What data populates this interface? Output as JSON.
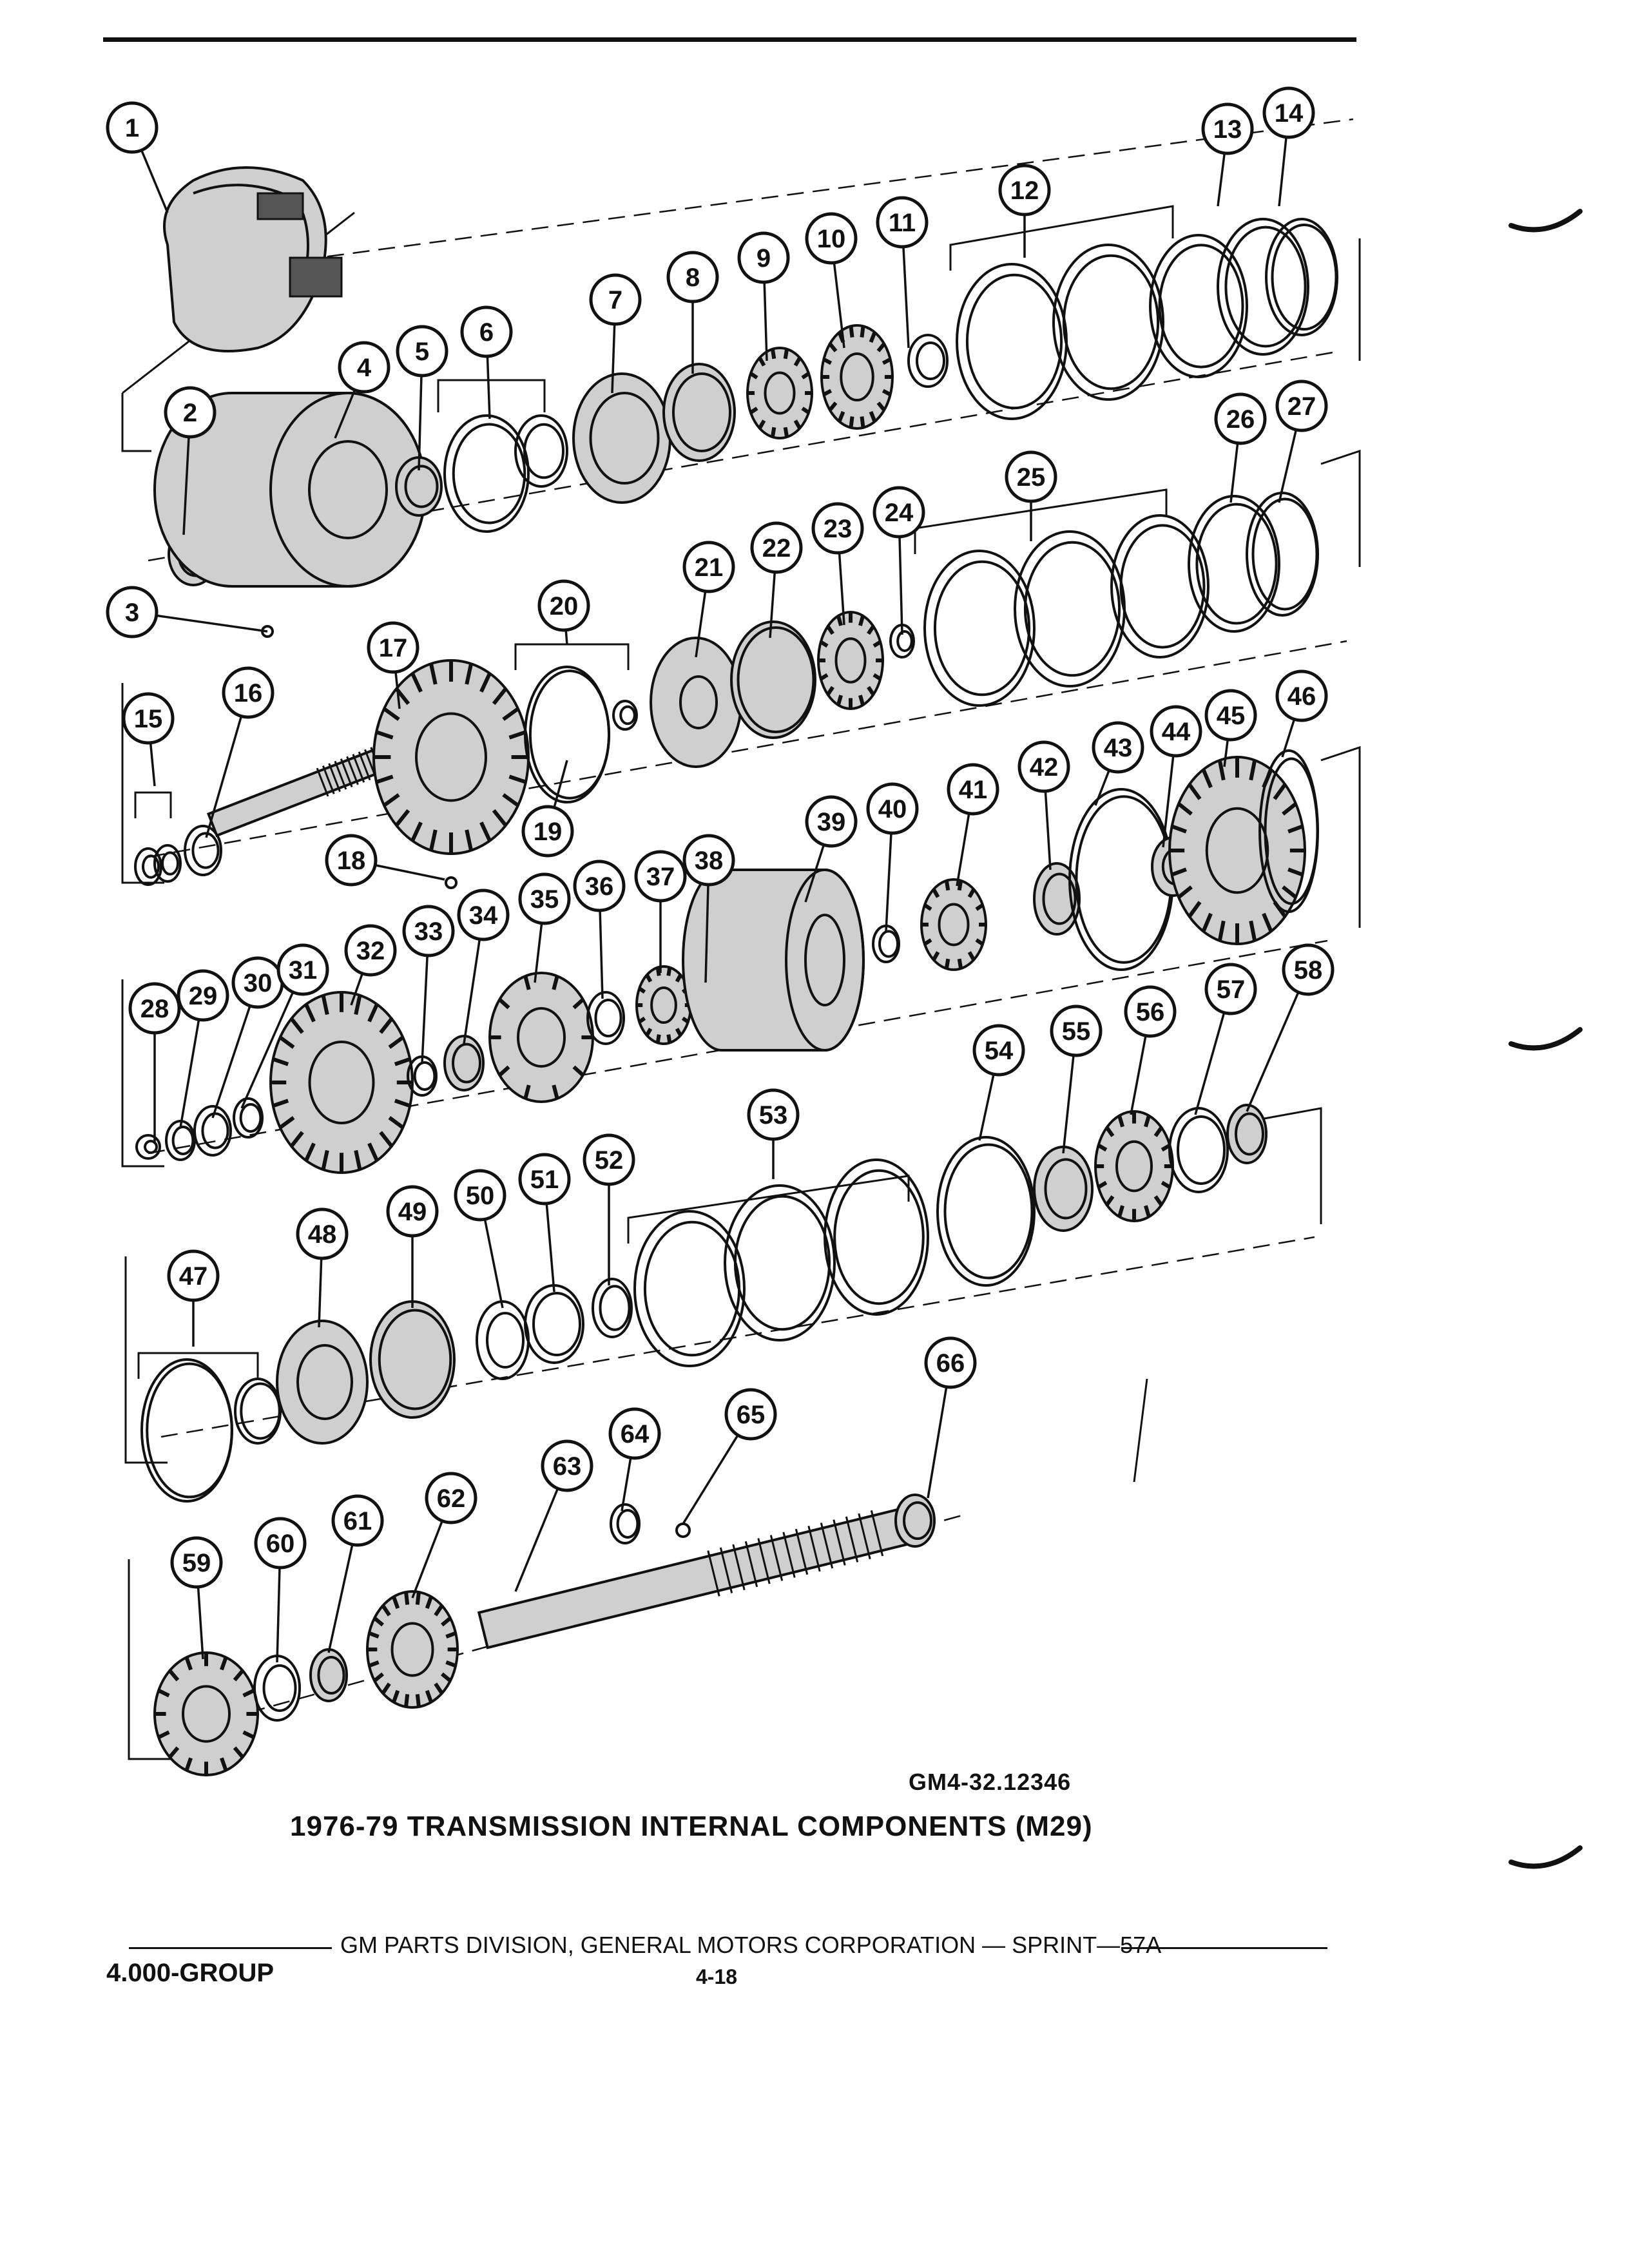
{
  "figure": {
    "code": "GM4-32.12346",
    "title": "1976-79 TRANSMISSION INTERNAL COMPONENTS (M29)"
  },
  "footer": {
    "publisher": "GM PARTS DIVISION, GENERAL MOTORS CORPORATION — SPRINT—57A",
    "group": "4.000-GROUP",
    "page": "4-18"
  },
  "callouts": [
    "1",
    "2",
    "3",
    "4",
    "5",
    "6",
    "7",
    "8",
    "9",
    "10",
    "11",
    "12",
    "13",
    "14",
    "15",
    "16",
    "17",
    "18",
    "19",
    "20",
    "21",
    "22",
    "23",
    "24",
    "25",
    "26",
    "27",
    "28",
    "29",
    "30",
    "31",
    "32",
    "33",
    "34",
    "35",
    "36",
    "37",
    "38",
    "39",
    "40",
    "41",
    "42",
    "43",
    "44",
    "45",
    "46",
    "47",
    "48",
    "49",
    "50",
    "51",
    "52",
    "53",
    "54",
    "55",
    "56",
    "57",
    "58",
    "59",
    "60",
    "61",
    "62",
    "63",
    "64",
    "65",
    "66"
  ],
  "colors": {
    "ink": "#111111",
    "paper": "#ffffff",
    "part_shade": "#cfcfcf"
  }
}
